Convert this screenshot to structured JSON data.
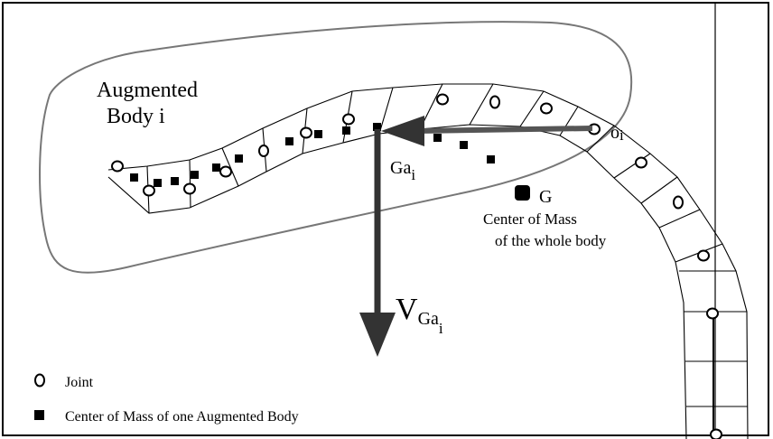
{
  "labels": {
    "augmented_line1": "Augmented",
    "augmented_line2": "Body i",
    "origin": "o",
    "origin_sub": "i",
    "ga": "Ga",
    "ga_sub": "i",
    "g": "G",
    "com_line1": "Center of Mass",
    "com_line2": "of the whole body",
    "v": "V",
    "v_sub1": "Ga",
    "v_sub2": "i"
  },
  "legend": {
    "joint": "Joint",
    "center": "Center of Mass of one Augmented Body"
  },
  "colors": {
    "stroke": "#000000",
    "outline": "#777777",
    "arrow": "#333333"
  }
}
